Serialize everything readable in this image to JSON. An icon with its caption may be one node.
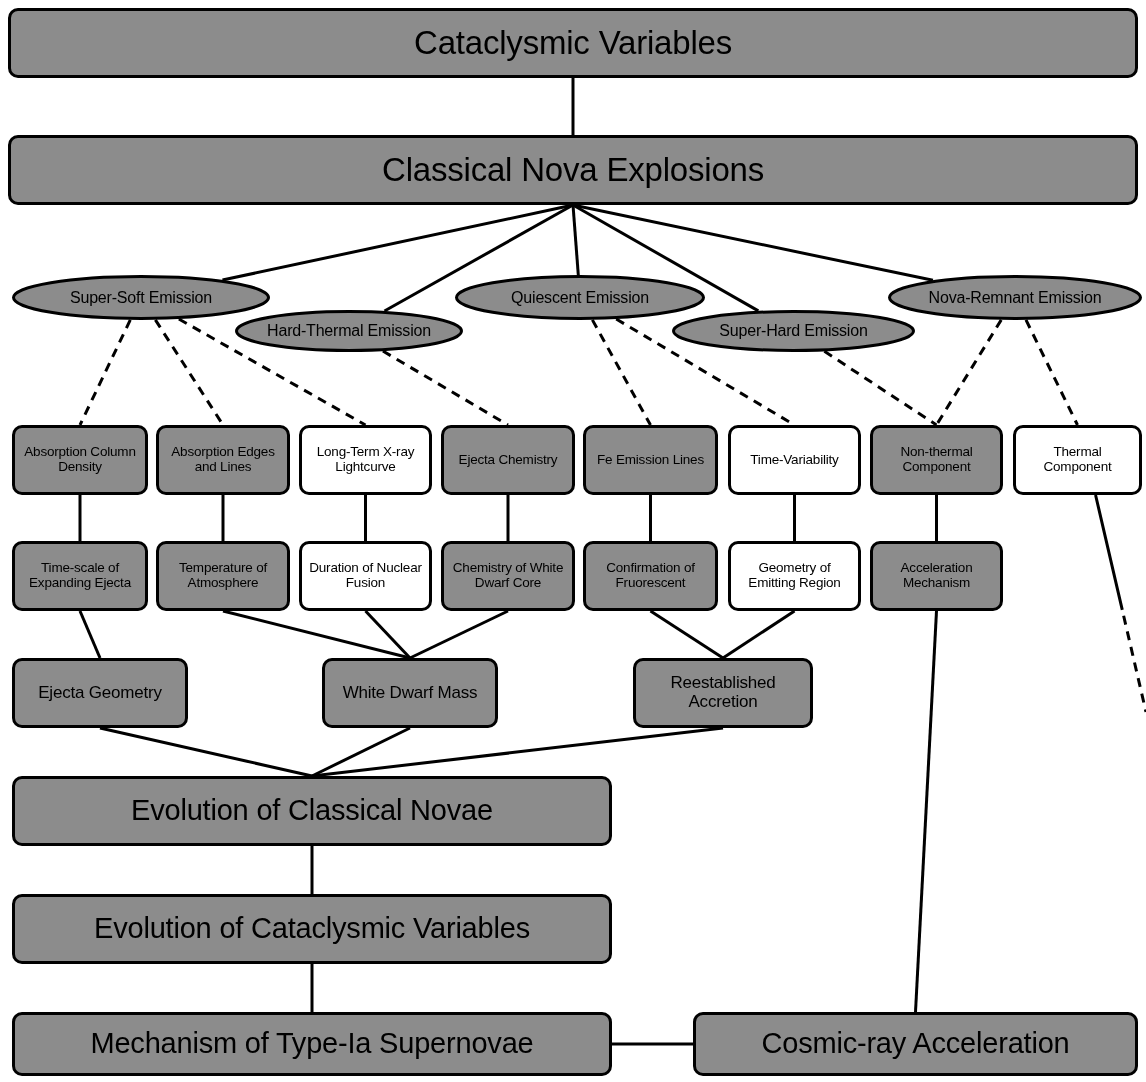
{
  "diagram": {
    "nodes": [
      {
        "text": [
          "Cataclysmic Variables"
        ]
      },
      {
        "text": [
          "Classical Nova Explosions"
        ]
      },
      {
        "text": [
          "Super-Soft Emission"
        ]
      },
      {
        "text": [
          "Hard-Thermal Emission"
        ]
      },
      {
        "text": [
          "Quiescent Emission"
        ]
      },
      {
        "text": [
          "Super-Hard Emission"
        ]
      },
      {
        "text": [
          "Nova-Remnant Emission"
        ]
      },
      {
        "text": [
          "Absorption Column Density"
        ]
      },
      {
        "text": [
          "Absorption Edges and Lines"
        ]
      },
      {
        "text": [
          "Long-Term X-ray Lightcurve"
        ]
      },
      {
        "text": [
          "Ejecta Chemistry"
        ]
      },
      {
        "text": [
          "Fe Emission Lines"
        ]
      },
      {
        "text": [
          "Time-Variability"
        ]
      },
      {
        "text": [
          "Non-thermal Component"
        ]
      },
      {
        "text": [
          "Thermal Component"
        ]
      },
      {
        "text": [
          "Time-scale of Expanding Ejecta"
        ]
      },
      {
        "text": [
          "Temperature of Atmosphere"
        ]
      },
      {
        "text": [
          "Duration of Nuclear Fusion"
        ]
      },
      {
        "text": [
          "Chemistry of White Dwarf Core"
        ]
      },
      {
        "text": [
          "Confirmation of Fruorescent"
        ]
      },
      {
        "text": [
          "Geometry of Emitting Region"
        ]
      },
      {
        "text": [
          "Acceleration Mechanism"
        ]
      },
      {
        "text": [
          "Ejecta Geometry"
        ]
      },
      {
        "text": [
          "White Dwarf Mass"
        ]
      },
      {
        "text": [
          "Reestablished Accretion"
        ]
      },
      {
        "text": [
          "Evolution of Classical Novae"
        ]
      },
      {
        "text": [
          "Evolution of Cataclysmic Variables"
        ]
      },
      {
        "text": [
          "Mechanism of Type-Ia Supernovae"
        ]
      },
      {
        "text": [
          "Cosmic-ray Acceleration"
        ]
      }
    ],
    "edges": [
      {
        "from": 0,
        "to": 1,
        "arrow": "none"
      },
      {
        "from": 1,
        "to": 2,
        "arrow": "none"
      },
      {
        "from": 1,
        "to": 3,
        "arrow": "none"
      },
      {
        "from": 1,
        "to": 4,
        "arrow": "none"
      },
      {
        "from": 1,
        "to": 5,
        "arrow": "none"
      },
      {
        "from": 1,
        "to": 6,
        "arrow": "none"
      },
      {
        "from": 2,
        "to": 7,
        "arrow": "none",
        "style": "dashed"
      },
      {
        "from": 2,
        "to": 8,
        "arrow": "none",
        "style": "dashed"
      },
      {
        "from": 2,
        "to": 9,
        "arrow": "none",
        "style": "dashed"
      },
      {
        "from": 3,
        "to": 10,
        "arrow": "none",
        "style": "dashed"
      },
      {
        "from": 4,
        "to": 11,
        "arrow": "none",
        "style": "dashed"
      },
      {
        "from": 4,
        "to": 12,
        "arrow": "none",
        "style": "dashed"
      },
      {
        "from": 5,
        "to": 13,
        "arrow": "none",
        "style": "dashed"
      },
      {
        "from": 6,
        "to": 13,
        "arrow": "none",
        "style": "dashed"
      },
      {
        "from": 6,
        "to": 14,
        "arrow": "none",
        "style": "dashed"
      },
      {
        "from": 7,
        "to": 15,
        "arrow": "none"
      },
      {
        "from": 8,
        "to": 16,
        "arrow": "none"
      },
      {
        "from": 9,
        "to": 17,
        "arrow": "none"
      },
      {
        "from": 10,
        "to": 18,
        "arrow": "none"
      },
      {
        "from": 11,
        "to": 19,
        "arrow": "none"
      },
      {
        "from": 12,
        "to": 20,
        "arrow": "none"
      },
      {
        "from": 13,
        "to": 21,
        "arrow": "none"
      },
      {
        "from": 15,
        "to": 22,
        "arrow": "none"
      },
      {
        "from": 16,
        "to": 23,
        "arrow": "none"
      },
      {
        "from": 17,
        "to": 23,
        "arrow": "none"
      },
      {
        "from": 18,
        "to": 23,
        "arrow": "none"
      },
      {
        "from": 19,
        "to": 24,
        "arrow": "none"
      },
      {
        "from": 20,
        "to": 24,
        "arrow": "none"
      },
      {
        "from": 22,
        "to": 25,
        "arrow": "none"
      },
      {
        "from": 23,
        "to": 25,
        "arrow": "none"
      },
      {
        "from": 24,
        "to": 25,
        "arrow": "none"
      },
      {
        "from": 25,
        "to": 26,
        "arrow": "none"
      },
      {
        "from": 26,
        "to": 27,
        "arrow": "none"
      },
      {
        "from": 27,
        "to": 28,
        "arrow": "none"
      },
      {
        "from": 21,
        "to": 28,
        "arrow": "none"
      },
      {
        "from": 14,
        "to": null,
        "arrow": "none",
        "style": "dashed"
      }
    ]
  }
}
